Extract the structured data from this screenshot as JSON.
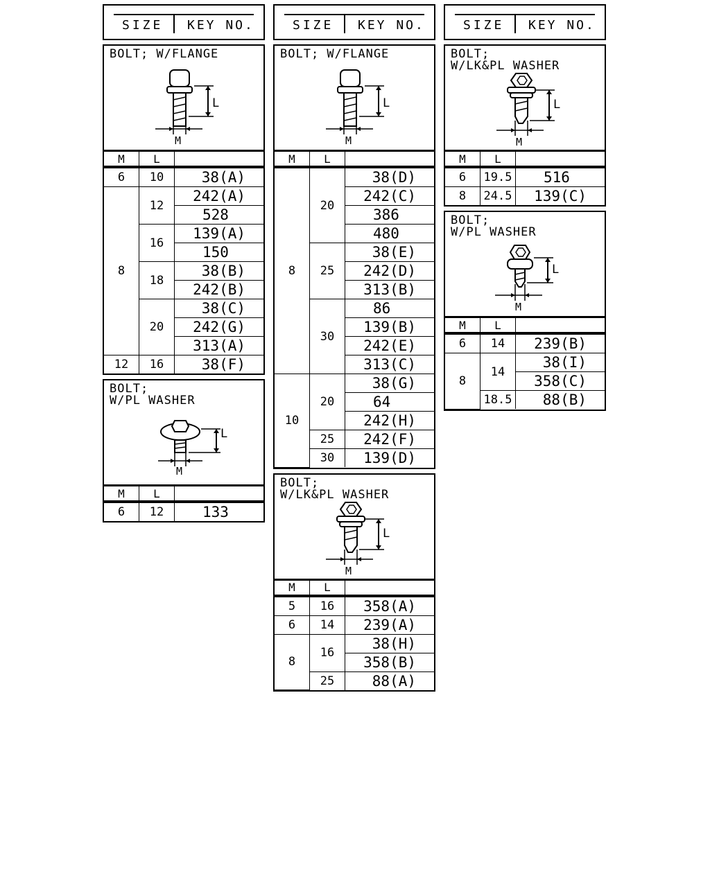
{
  "header": {
    "size": "SIZE",
    "key_no": "KEY NO."
  },
  "table_headers": {
    "m": "M",
    "l": "L"
  },
  "diagram_labels": {
    "l": "L",
    "m": "M"
  },
  "columns": [
    {
      "sections": [
        {
          "title": "BOLT; W/FLANGE",
          "bolt": "flange",
          "rows": [
            [
              {
                "t": "6"
              },
              {
                "t": "10"
              },
              {
                "t": "38(A)"
              }
            ],
            [
              {
                "t": "8",
                "rs": 9
              },
              {
                "t": "12",
                "rs": 2
              },
              {
                "t": "242(A)"
              }
            ],
            [
              {
                "t": "528",
                "left": true
              }
            ],
            [
              {
                "t": "16",
                "rs": 2
              },
              {
                "t": "139(A)"
              }
            ],
            [
              {
                "t": "150",
                "left": true
              }
            ],
            [
              {
                "t": "18",
                "rs": 2
              },
              {
                "t": "38(B)"
              }
            ],
            [
              {
                "t": "242(B)"
              }
            ],
            [
              {
                "t": "20",
                "rs": 3
              },
              {
                "t": "38(C)"
              }
            ],
            [
              {
                "t": "242(G)"
              }
            ],
            [
              {
                "t": "313(A)"
              }
            ],
            [
              {
                "t": "12"
              },
              {
                "t": "16"
              },
              {
                "t": "38(F)"
              }
            ]
          ]
        },
        {
          "title": "BOLT;\nW/PL WASHER",
          "bolt": "plwasher_wide",
          "rows": [
            [
              {
                "t": "6"
              },
              {
                "t": "12"
              },
              {
                "t": "133",
                "left": true
              }
            ]
          ]
        }
      ]
    },
    {
      "sections": [
        {
          "title": "BOLT; W/FLANGE",
          "bolt": "flange",
          "rows": [
            [
              {
                "t": "8",
                "rs": 11
              },
              {
                "t": "20",
                "rs": 4
              },
              {
                "t": "38(D)"
              }
            ],
            [
              {
                "t": "242(C)"
              }
            ],
            [
              {
                "t": "386",
                "left": true
              }
            ],
            [
              {
                "t": "480",
                "left": true
              }
            ],
            [
              {
                "t": "25",
                "rs": 3
              },
              {
                "t": "38(E)"
              }
            ],
            [
              {
                "t": "242(D)"
              }
            ],
            [
              {
                "t": "313(B)"
              }
            ],
            [
              {
                "t": "30",
                "rs": 4
              },
              {
                "t": "86",
                "left": true
              }
            ],
            [
              {
                "t": "139(B)"
              }
            ],
            [
              {
                "t": "242(E)"
              }
            ],
            [
              {
                "t": "313(C)"
              }
            ],
            [
              {
                "t": "10",
                "rs": 5
              },
              {
                "t": "20",
                "rs": 3
              },
              {
                "t": "38(G)"
              }
            ],
            [
              {
                "t": "64",
                "left": true
              }
            ],
            [
              {
                "t": "242(H)"
              }
            ],
            [
              {
                "t": "25"
              },
              {
                "t": "242(F)"
              }
            ],
            [
              {
                "t": "30"
              },
              {
                "t": "139(D)"
              }
            ]
          ]
        },
        {
          "title": "BOLT;\nW/LK&PL WASHER",
          "bolt": "lkpl",
          "rows": [
            [
              {
                "t": "5"
              },
              {
                "t": "16"
              },
              {
                "t": "358(A)"
              }
            ],
            [
              {
                "t": "6"
              },
              {
                "t": "14"
              },
              {
                "t": "239(A)"
              }
            ],
            [
              {
                "t": "8",
                "rs": 3
              },
              {
                "t": "16",
                "rs": 2
              },
              {
                "t": "38(H)"
              }
            ],
            [
              {
                "t": "358(B)"
              }
            ],
            [
              {
                "t": "25"
              },
              {
                "t": "88(A)"
              }
            ]
          ]
        }
      ]
    },
    {
      "sections": [
        {
          "title": "BOLT;\nW/LK&PL WASHER",
          "bolt": "lkpl",
          "rows": [
            [
              {
                "t": "6"
              },
              {
                "t": "19.5"
              },
              {
                "t": "516",
                "left": true
              }
            ],
            [
              {
                "t": "8"
              },
              {
                "t": "24.5"
              },
              {
                "t": "139(C)"
              }
            ]
          ]
        },
        {
          "title": "BOLT;\nW/PL WASHER",
          "bolt": "plwasher",
          "rows": [
            [
              {
                "t": "6"
              },
              {
                "t": "14"
              },
              {
                "t": "239(B)"
              }
            ],
            [
              {
                "t": "8",
                "rs": 3
              },
              {
                "t": "14",
                "rs": 2
              },
              {
                "t": "38(I)"
              }
            ],
            [
              {
                "t": "358(C)"
              }
            ],
            [
              {
                "t": "18.5"
              },
              {
                "t": "88(B)"
              }
            ]
          ]
        }
      ]
    }
  ]
}
